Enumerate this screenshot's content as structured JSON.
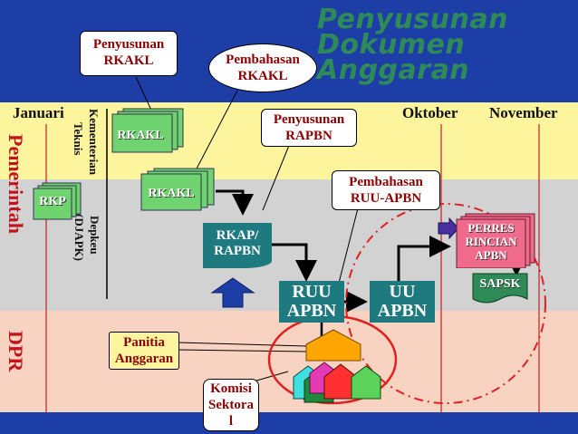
{
  "title_line1": "Penyusunan",
  "title_line2": "Dokumen",
  "title_line3": "Anggaran",
  "callouts": {
    "penyusunan_rkakl_1": "Penyusunan",
    "penyusunan_rkakl_2": "RKAKL",
    "pembahasan_rkakl_1": "Pembahasan",
    "pembahasan_rkakl_2": "RKAKL",
    "penyusunan_rapbn_1": "Penyusunan",
    "penyusunan_rapbn_2": "RAPBN",
    "pembahasan_ruu_1": "Pembahasan",
    "pembahasan_ruu_2": "RUU-APBN",
    "panitia_1": "Panitia",
    "panitia_2": "Anggaran",
    "komisi_1": "Komisi",
    "komisi_2": "Sektora",
    "komisi_3": "l"
  },
  "months": {
    "jan": "Januari",
    "okt": "Oktober",
    "nov": "November"
  },
  "rows": {
    "pemerintah": "Pemerintah",
    "dpr": "DPR"
  },
  "actors": {
    "kementerian_1": "Kementerian",
    "kementerian_2": "Teknis",
    "depkeu_1": "Depkeu",
    "depkeu_2": "(DJAPK)"
  },
  "docs": {
    "rkp": "RKP",
    "rkakl_1": "RKAKL",
    "rkakl_2": "RKAKL",
    "rkap_1": "RKAP/",
    "rkap_2": "RAPBN",
    "ruu_1": "RUU",
    "ruu_2": "APBN",
    "uu_1": "UU",
    "uu_2": "APBN",
    "perres_1": "PERRES",
    "perres_2": "RINCIAN",
    "perres_3": "APBN",
    "sapsk": "SAPSK"
  },
  "colors": {
    "background": "#1d3ea6",
    "band_yellow": "#fdf59e",
    "band_gray": "#d2d2d2",
    "band_pink": "#f8d3c2",
    "teal_box": "#1f7a80",
    "title_green": "#2e8b57",
    "row_label_red": "#c0141c",
    "doc_green": "#6fd36f",
    "perres_pink": "#f06a8c"
  }
}
